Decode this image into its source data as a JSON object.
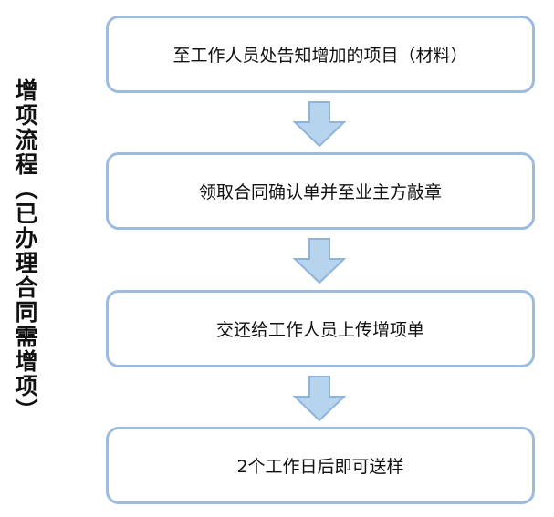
{
  "side_title": "增项流程（已办理合同需增项）",
  "steps": [
    {
      "label": "至工作人员处告知增加的项目（材料）"
    },
    {
      "label": "领取合同确认单并至业主方敲章"
    },
    {
      "label": "交还给工作人员上传增项单"
    },
    {
      "label": "2个工作日后即可送样"
    }
  ],
  "colors": {
    "box_border": "#9dbbdf",
    "arrow_fill": "#b7d4ee",
    "arrow_stroke": "#8fb4dc",
    "text": "#111111"
  }
}
